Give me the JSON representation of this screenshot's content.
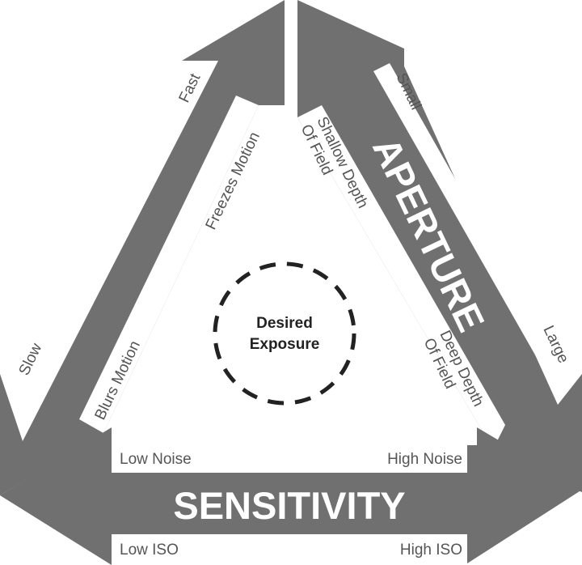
{
  "shutter": {
    "title": "SHUTTER SPEED",
    "end_fast": "Fast",
    "end_slow": "Slow",
    "effect_top": "Freezes Motion",
    "effect_bottom": "Blurs Motion"
  },
  "aperture": {
    "title": "APERTURE",
    "end_small": "Small",
    "end_large": "Large",
    "effect_top_line1": "Shallow Depth",
    "effect_top_line2": "Of Field",
    "effect_bottom_line1": "Deep Depth",
    "effect_bottom_line2": "Of Field"
  },
  "sensitivity": {
    "title": "SENSITIVITY",
    "label_low_noise": "Low Noise",
    "label_high_noise": "High Noise",
    "label_low_iso": "Low ISO",
    "label_high_iso": "High ISO"
  },
  "center": {
    "line1": "Desired",
    "line2": "Exposure"
  },
  "colors": {
    "arrow": "#707070",
    "band": "#ffffff",
    "muted_text": "#555555"
  }
}
